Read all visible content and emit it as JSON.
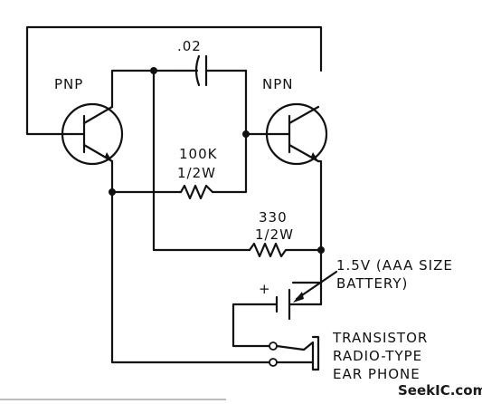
{
  "labels": {
    "pnp": "PNP",
    "npn": "NPN",
    "capacitor": ".02",
    "resistor1_value": "100K",
    "resistor1_power": "1/2W",
    "resistor2_value": "330",
    "resistor2_power": "1/2W",
    "battery_line1": "1.5V (AAA SIZE",
    "battery_line2": "BATTERY)",
    "battery_polarity": "+",
    "earphone_line1": "TRANSISTOR",
    "earphone_line2": "RADIO-TYPE",
    "earphone_line3": "EAR PHONE"
  },
  "watermark": "SeekIC.com"
}
